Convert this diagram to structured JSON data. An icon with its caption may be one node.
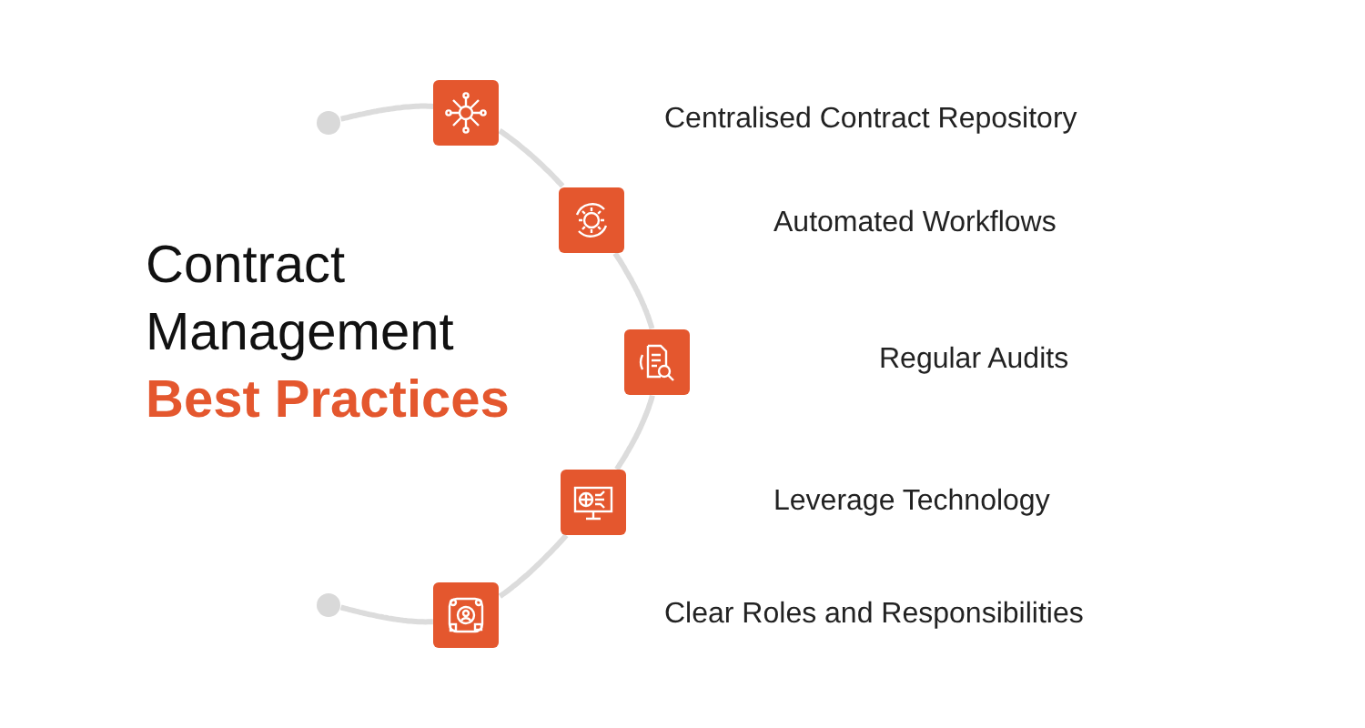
{
  "diagram": {
    "title": "Contract Management **Best Practices**",
    "nodes": [
      {
        "text": [],
        "shape": "circle"
      },
      {
        "text": [],
        "shape": "picture"
      },
      {
        "text": [],
        "shape": "picture"
      },
      {
        "text": [],
        "shape": "picture"
      },
      {
        "text": [],
        "shape": "picture"
      },
      {
        "text": [],
        "shape": "picture"
      },
      {
        "text": [],
        "shape": "circle"
      }
    ],
    "edges": [
      {
        "from": 0,
        "to": 1,
        "arrow": "none"
      },
      {
        "from": 1,
        "to": 2,
        "arrow": "none"
      },
      {
        "from": 2,
        "to": 3,
        "arrow": "none"
      },
      {
        "from": 3,
        "to": 4,
        "arrow": "none"
      },
      {
        "from": 4,
        "to": 5,
        "arrow": "none"
      },
      {
        "from": 5,
        "to": 6,
        "arrow": "none"
      }
    ],
    "labels": [
      "Centralised Contract Repository",
      "Automated Workflows",
      "Regular Audits",
      "Leverage Technology",
      "Clear Roles and Responsibilities"
    ]
  }
}
